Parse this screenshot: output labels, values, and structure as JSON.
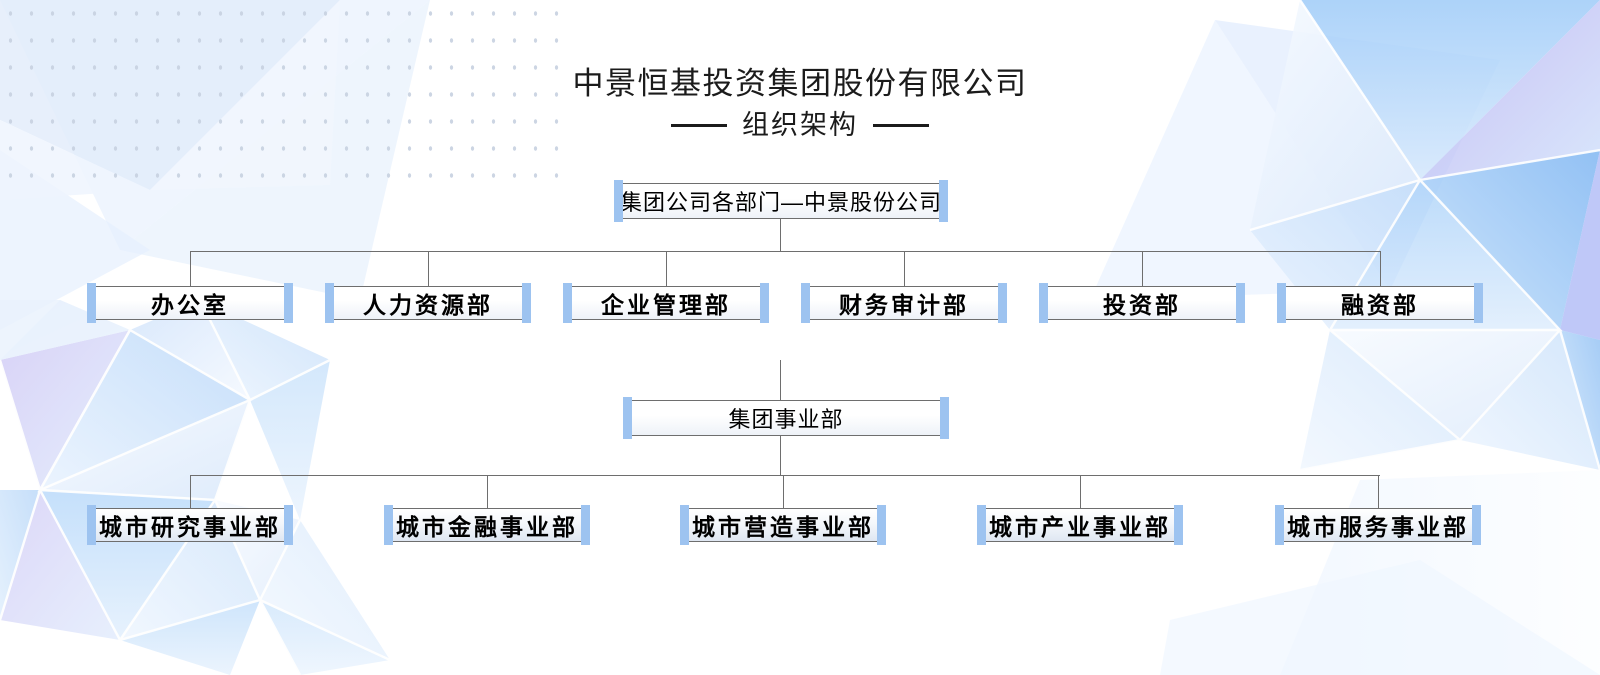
{
  "header": {
    "company_name": "中景恒基投资集团股份有限公司",
    "subtitle": "组织架构"
  },
  "chart_data": {
    "type": "diagram",
    "diagram_kind": "organization-chart",
    "title": "中景恒基投资集团股份有限公司 —— 组织架构 ——",
    "root": {
      "label": "集团公司各部门—中景股份公司"
    },
    "departments_row": [
      {
        "label": "办公室"
      },
      {
        "label": "人力资源部"
      },
      {
        "label": "企业管理部"
      },
      {
        "label": "财务审计部"
      },
      {
        "label": "投资部"
      },
      {
        "label": "融资部"
      }
    ],
    "business_group": {
      "label": "集团事业部"
    },
    "business_units_row": [
      {
        "label": "城市研究事业部"
      },
      {
        "label": "城市金融事业部"
      },
      {
        "label": "城市营造事业部"
      },
      {
        "label": "城市产业事业部"
      },
      {
        "label": "城市服务事业部"
      }
    ]
  },
  "colors": {
    "accent_blue": "#9dc3f0",
    "line_gray": "#6e6e6e",
    "text_black": "#1b1b1b",
    "bg_white": "#ffffff",
    "poly_blue": "#8fc3f5",
    "dot_gray": "#c9d3e2"
  }
}
